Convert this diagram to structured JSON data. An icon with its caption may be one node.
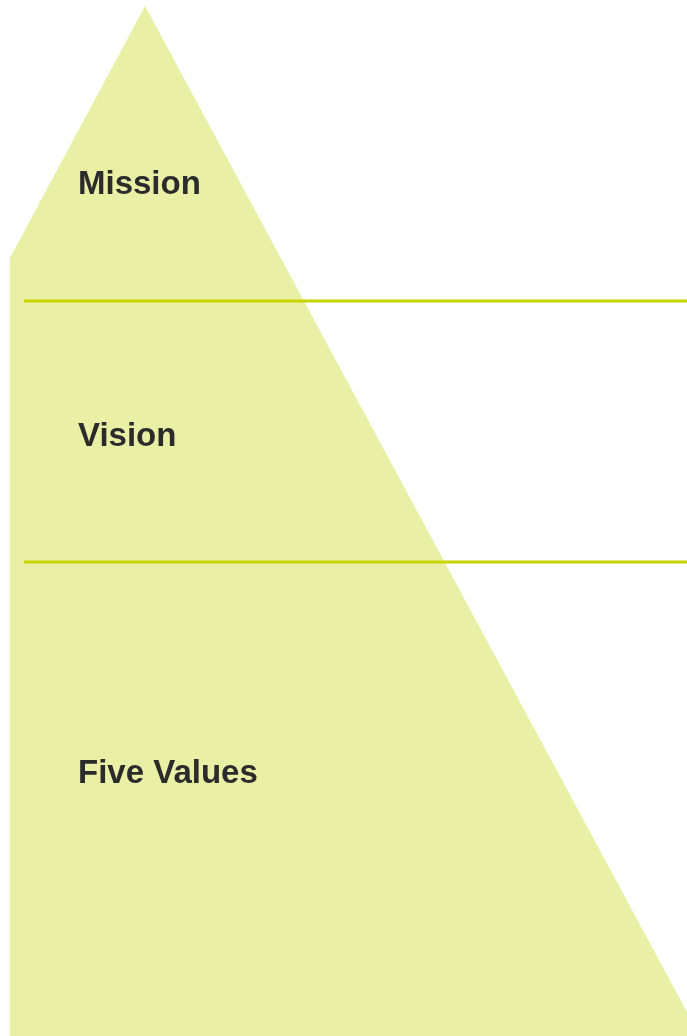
{
  "diagram": {
    "nodes": [
      {
        "text": [
          "Mission"
        ]
      },
      {
        "text": [
          "Vision"
        ]
      },
      {
        "text": [
          "Five Values"
        ]
      }
    ],
    "edges": []
  }
}
